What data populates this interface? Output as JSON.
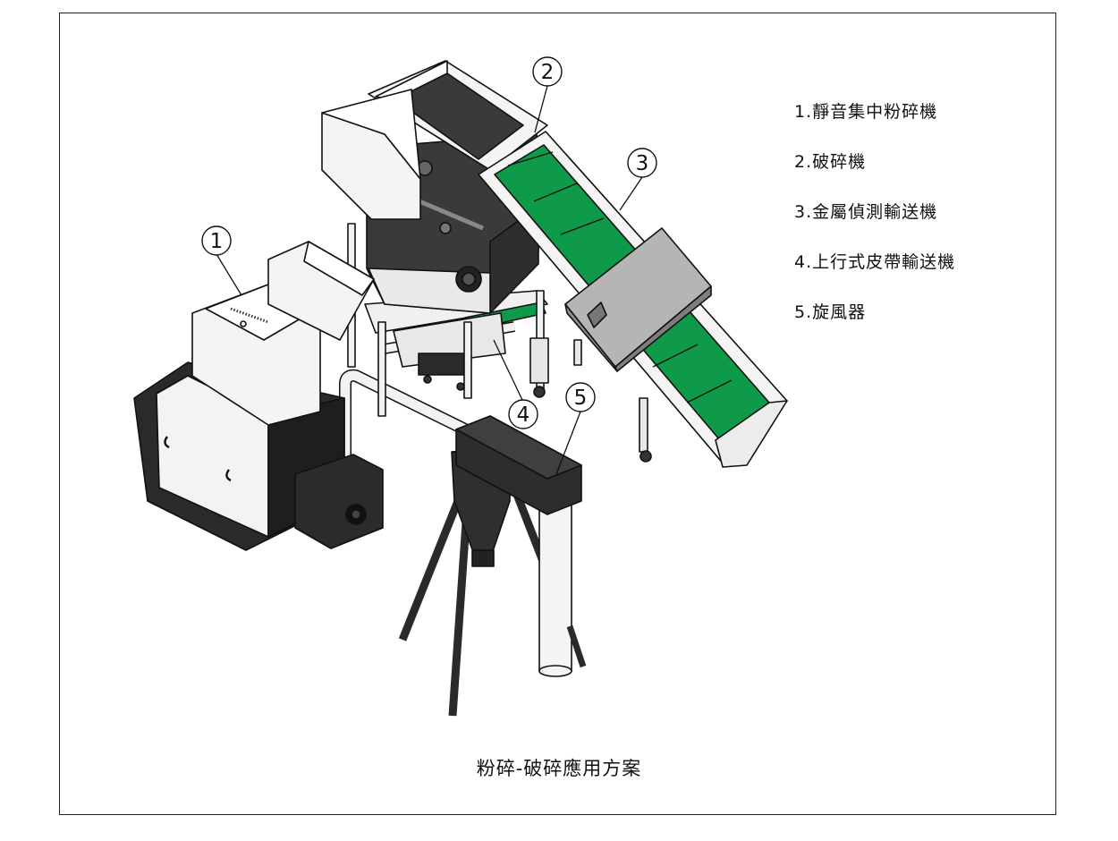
{
  "legend": [
    {
      "number": "1",
      "label": "1.靜音集中粉碎機"
    },
    {
      "number": "2",
      "label": "2.破碎機"
    },
    {
      "number": "3",
      "label": "3.金屬偵測輸送機"
    },
    {
      "number": "4",
      "label": "4.上行式皮帶輸送機"
    },
    {
      "number": "5",
      "label": "5.旋風器"
    }
  ],
  "callouts": [
    "1",
    "2",
    "3",
    "4",
    "5"
  ],
  "caption": "粉碎-破碎應用方案",
  "colors": {
    "belt_green": "#0f9a4a",
    "machine_dark": "#3a3a3a",
    "machine_black": "#1e1e1e",
    "machine_white": "#f4f4f4",
    "detector_gray": "#a9a9a9",
    "outline": "#111111"
  }
}
